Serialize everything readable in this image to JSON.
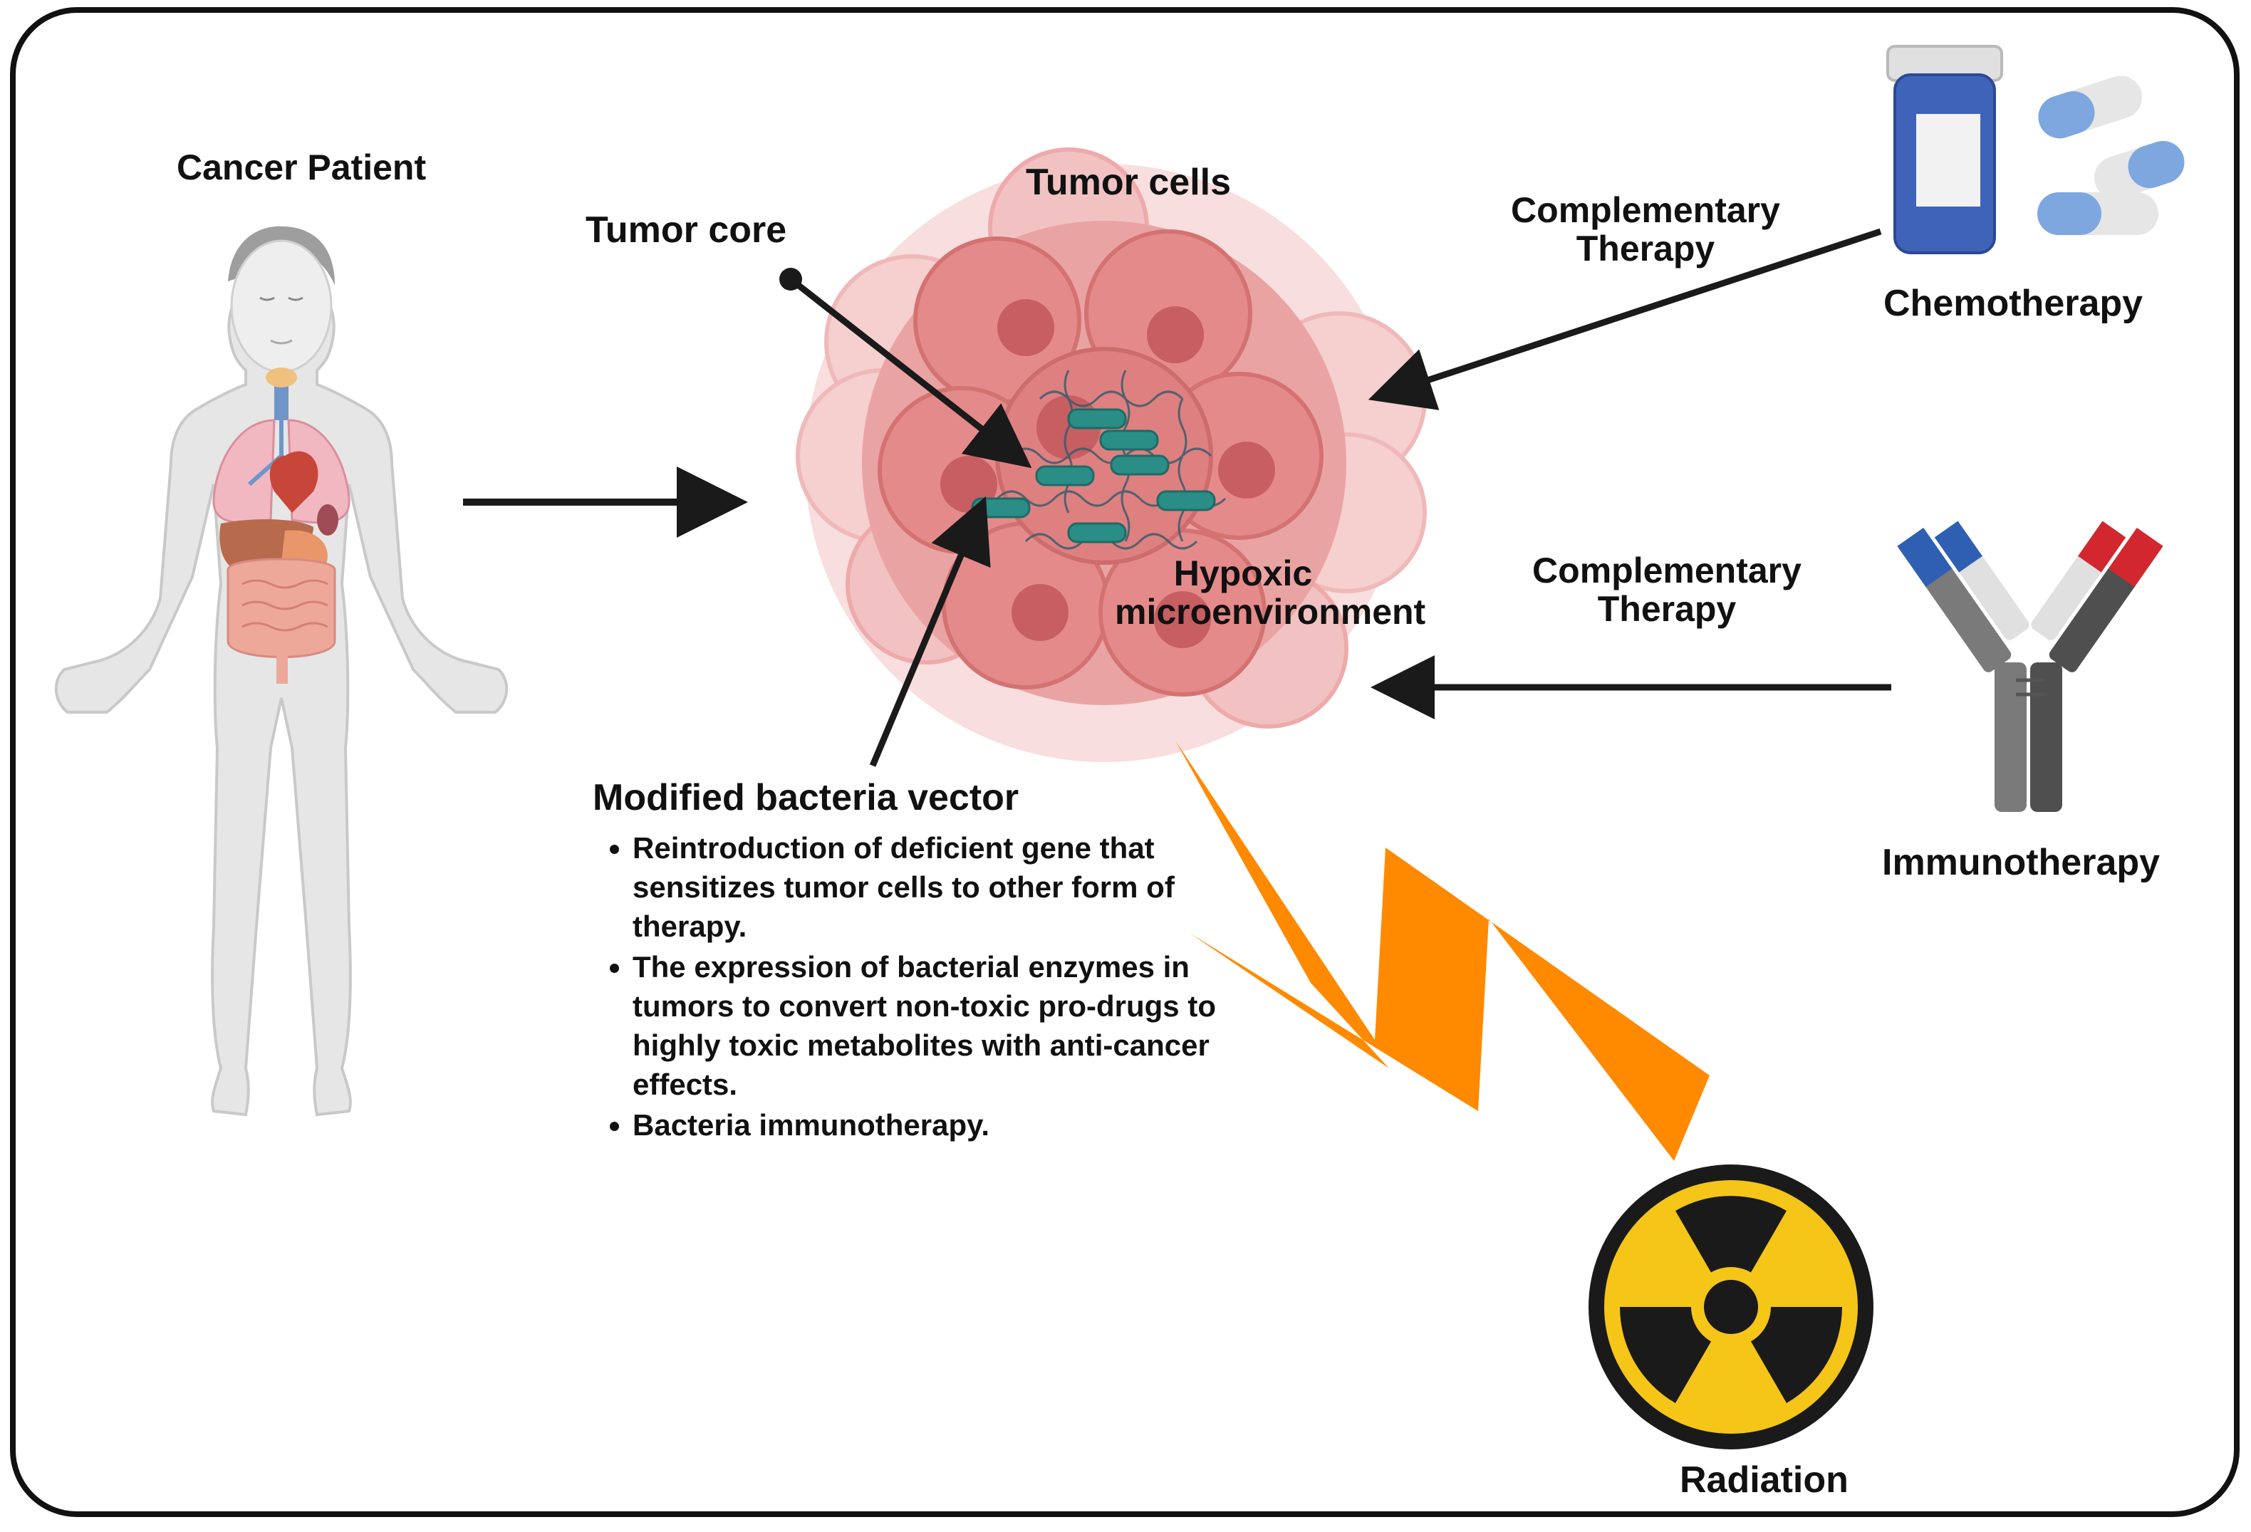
{
  "labels": {
    "cancer_patient": "Cancer Patient",
    "tumor_core": "Tumor core",
    "tumor_cells": "Tumor cells",
    "hypoxic_line1": "Hypoxic",
    "hypoxic_line2": "microenvironment",
    "comp_top_line1": "Complementary",
    "comp_top_line2": "Therapy",
    "comp_mid_line1": "Complementary",
    "comp_mid_line2": "Therapy",
    "chemotherapy": "Chemotherapy",
    "immunotherapy": "Immunotherapy",
    "radiation": "Radiation"
  },
  "vector": {
    "title": "Modified bacteria vector",
    "items": [
      "Reintroduction of deficient gene that sensitizes tumor cells to other form of therapy.",
      "The expression of bacterial enzymes in tumors to convert non-toxic pro-drugs to highly toxic metabolites with anti-cancer effects.",
      "Bacteria immunotherapy."
    ]
  },
  "colors": {
    "frame": "#111111",
    "arrow": "#1a1a1a",
    "tumor_light": "#f4c4c4",
    "tumor_mid": "#e58a8a",
    "tumor_dark": "#c65e62",
    "bacteria": "#2a8d86",
    "bolt": "#ff8a00",
    "radiation_yellow": "#f5c518",
    "pill_blue": "#7ea7e0",
    "bottle_blue": "#3f63b9",
    "antibody_blue": "#2e5fb3",
    "antibody_red": "#d2272f",
    "body_gray": "#e9e9e9"
  },
  "icons": [
    "human-body-icon",
    "tumor-icon",
    "pill-bottle-icon",
    "capsule-icon",
    "antibody-icon",
    "lightning-bolt-icon",
    "radiation-symbol-icon"
  ]
}
